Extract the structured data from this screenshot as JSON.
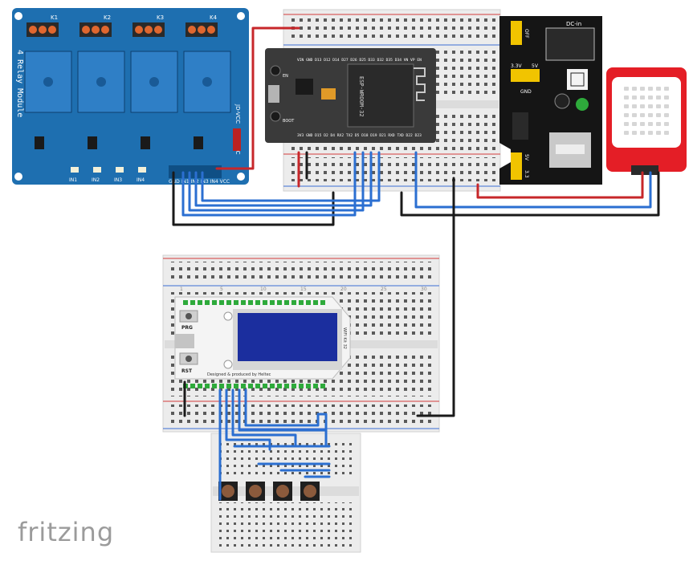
{
  "colors": {
    "relay_board": "#1e6fb0",
    "relay_block": "#2f7fc6",
    "breadboard": "#ececec",
    "breadboard_hole": "#5a5a5a",
    "rail_red": "#d43d3d",
    "rail_blue": "#3d6ed4",
    "esp_board": "#3a3a3a",
    "esp_module": "#2a2a2a",
    "pin_green": "#2eaa3b",
    "oled_board": "#f4f4f4",
    "oled_screen": "#1b2e9e",
    "power_board": "#151515",
    "dht_body": "#e41e26",
    "dht_face": "#ffffff",
    "wire_red": "#c7272a",
    "wire_black": "#1a1a1a",
    "wire_blue": "#2b6fd1",
    "button_cap": "#8b5a3c"
  },
  "relay_module": {
    "title": "4 Relay Module",
    "channels": [
      "K1",
      "K2",
      "K3",
      "K4"
    ],
    "leds": [
      "IN1",
      "IN2",
      "IN3",
      "IN4"
    ],
    "jumper": "JD-VCC",
    "vcc": "VCC",
    "pins": "GND IN1 IN2 IN3 IN4 VCC"
  },
  "esp32": {
    "top_pins": "VIN GND D13 D12 D14 D27 D26 D25 D33 D32 D35 D34 VN VP EN",
    "bottom_pins": "3V3 GND D15 D2 D4 RX2 TX2 D5 D18 D19 D21 RXD TXD D22 D23",
    "module_text": "ESP-WROOM-32",
    "en_label": "EN",
    "boot_label": "BOOT"
  },
  "power_module": {
    "dc_label": "DC-in",
    "v33": "3.3V",
    "v5": "5V",
    "gnd": "GND",
    "off": "OFF",
    "v5_bottom": "5V",
    "v33_bottom": "3.3"
  },
  "oled_board": {
    "prg_label": "PRG",
    "rst_label": "RST",
    "credit": "Designed & produced by Heltec",
    "side_text": "WIFI Kit 32"
  },
  "breadboard_numbers": [
    "1",
    "5",
    "10",
    "15",
    "20",
    "25",
    "30"
  ],
  "brand": "fritzing"
}
